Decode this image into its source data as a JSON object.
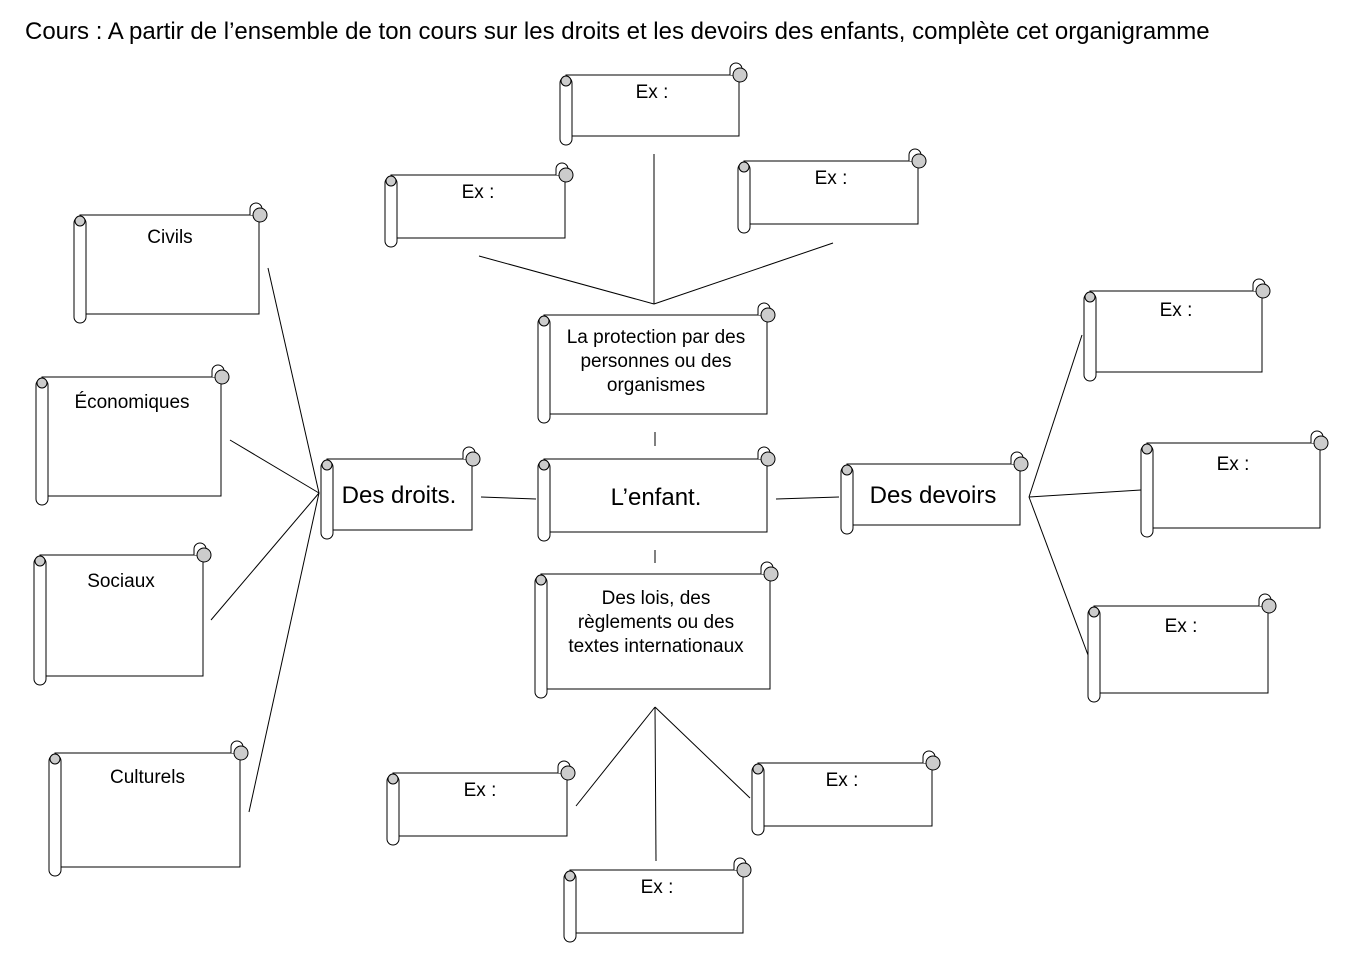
{
  "title": "Cours : A partir de l’ensemble de ton cours sur les droits et les devoirs des enfants, complète cet organigramme",
  "nodes": {
    "enfant": "L’enfant.",
    "droits": "Des droits.",
    "devoirs": "Des devoirs",
    "protection": "La protection par des personnes ou des organismes",
    "lois": "Des lois, des règlements ou des textes internationaux",
    "civils": "Civils",
    "economiques": "Économiques",
    "sociaux": "Sociaux",
    "culturels": "Culturels",
    "ex_top_center": "Ex :",
    "ex_top_left": "Ex :",
    "ex_top_right": "Ex :",
    "ex_right_1": "Ex :",
    "ex_right_2": "Ex :",
    "ex_right_3": "Ex :",
    "ex_bottom_left": "Ex :",
    "ex_bottom_right": "Ex :",
    "ex_bottom_center": "Ex :"
  }
}
